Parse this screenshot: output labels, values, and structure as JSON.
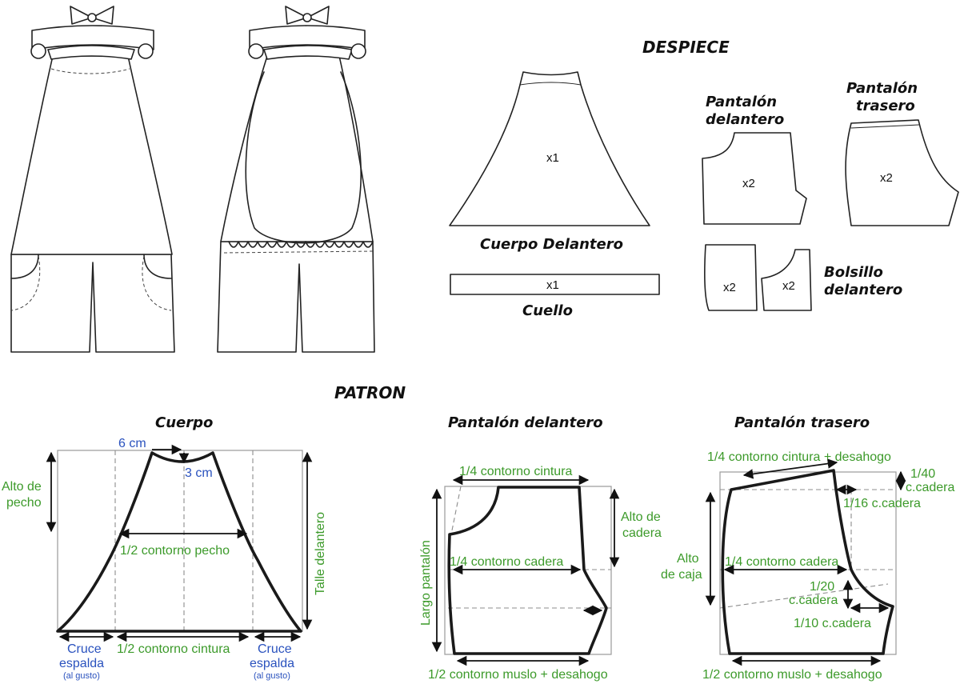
{
  "despiece": {
    "heading": "DESPIECE",
    "pieces": {
      "cuerpo_delantero": {
        "label": "Cuerpo Delantero",
        "qty": "x1"
      },
      "cuello": {
        "label": "Cuello",
        "qty": "x1"
      },
      "pantalon_delantero": {
        "label_line1": "Pantalón",
        "label_line2": "delantero",
        "qty": "x2"
      },
      "pantalon_trasero": {
        "label_line1": "Pantalón",
        "label_line2": "trasero",
        "qty": "x2"
      },
      "bolsillo_delantero": {
        "label_line1": "Bolsillo",
        "label_line2": "delantero",
        "qty_a": "x2",
        "qty_b": "x2"
      }
    }
  },
  "patron": {
    "heading": "PATRON",
    "cuerpo": {
      "title": "Cuerpo",
      "neck_width": "6 cm",
      "neck_depth": "3 cm",
      "alto_pecho_1": "Alto de",
      "alto_pecho_2": "pecho",
      "contorno_pecho": "1/2 contorno pecho",
      "contorno_cintura": "1/2 contorno cintura",
      "talle": "Talle delantero",
      "cruce_left_1": "Cruce",
      "cruce_left_2": "espalda",
      "cruce_left_3": "(al gusto)",
      "cruce_right_1": "Cruce",
      "cruce_right_2": "espalda",
      "cruce_right_3": "(al gusto)"
    },
    "pantalon_delantero": {
      "title": "Pantalón delantero",
      "cintura": "1/4 contorno cintura",
      "alto_cadera_1": "Alto de",
      "alto_cadera_2": "cadera",
      "largo": "Largo pantalón",
      "cadera": "1/4 contorno cadera",
      "muslo": "1/2 contorno muslo + desahogo"
    },
    "pantalon_trasero": {
      "title": "Pantalón trasero",
      "cintura": "1/4 contorno cintura + desahogo",
      "c40_1": "1/40",
      "c40_2": "c.cadera",
      "c16": "1/16 c.cadera",
      "alto_caja_1": "Alto",
      "alto_caja_2": "de caja",
      "cadera": "1/4 contorno cadera",
      "c20_1": "1/20",
      "c20_2": "c.cadera",
      "c10": "1/10 c.cadera",
      "muslo": "1/2 contorno muslo + desahogo"
    }
  },
  "colors": {
    "measure_green": "#3c9a2a",
    "measure_blue": "#2a52be",
    "outline": "#1a1a1a"
  }
}
